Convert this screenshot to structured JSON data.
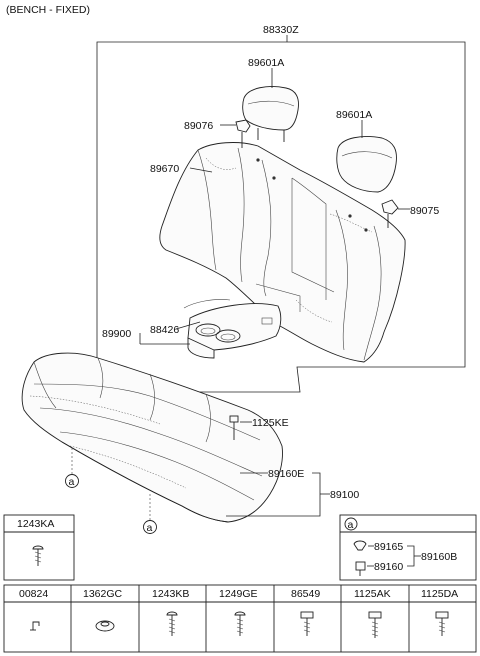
{
  "header": {
    "title": "(BENCH - FIXED)"
  },
  "diagram": {
    "parts": {
      "p88330z": "88330Z",
      "p89601a_left": "89601A",
      "p89601a_right": "89601A",
      "p89076": "89076",
      "p89670": "89670",
      "p89075": "89075",
      "p89900": "89900",
      "p88426": "88426",
      "p1125ke": "1125KE",
      "p89160e": "89160E",
      "p89100": "89100",
      "ref_a_1": "a",
      "ref_a_2": "a"
    }
  },
  "legend": {
    "box_1243ka": "1243KA",
    "box_a": {
      "ref": "a",
      "p89165": "89165",
      "p89160": "89160",
      "p89160b": "89160B"
    },
    "bottom_row": [
      "00824",
      "1362GC",
      "1243KB",
      "1249GE",
      "86549",
      "1125AK",
      "1125DA"
    ]
  }
}
